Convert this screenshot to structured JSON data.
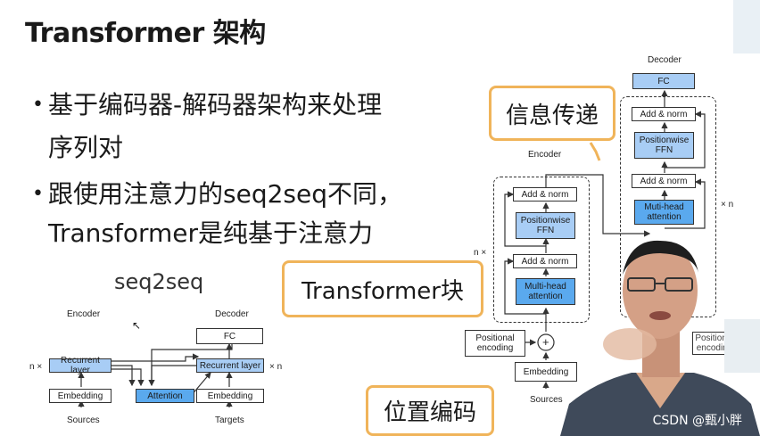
{
  "slide": {
    "title": "Transformer 架构",
    "bullets": [
      {
        "line1": "基于编码器-解码器架构来处理",
        "line2": "序列对"
      },
      {
        "line1": "跟使用注意力的seq2seq不同，",
        "line2": "Transformer是纯基于注意力"
      }
    ],
    "seq2seq_label": "seq2seq"
  },
  "seq2seq_diagram": {
    "encoder_label": "Encoder",
    "decoder_label": "Decoder",
    "fc": "FC",
    "enc_recurrent": "Recurrent layer",
    "dec_recurrent": "Recurrent layer",
    "attention": "Attention",
    "enc_embedding": "Embedding",
    "dec_embedding": "Embedding",
    "sources": "Sources",
    "targets": "Targets",
    "n_left": "n ×",
    "n_right": "× n"
  },
  "transformer_diagram": {
    "decoder_label": "Decoder",
    "encoder_label": "Encoder",
    "fc": "FC",
    "dec_add_norm_top": "Add & norm",
    "dec_ffn": "Positionwise FFN",
    "dec_add_norm_mid": "Add & norm",
    "dec_attention": "Muti-head attention",
    "enc_add_norm_top": "Add & norm",
    "enc_ffn": "Positionwise FFN",
    "enc_add_norm_bottom": "Add & norm",
    "enc_attention": "Multi-head attention",
    "positional_encoding": "Positional encoding",
    "positional_encoding_partial": "Positional encoding",
    "embedding": "Embedding",
    "sources": "Sources",
    "n_left": "n ×",
    "n_right": "× n"
  },
  "callouts": {
    "info_transfer": "信息传递",
    "transformer_block": "Transformer块",
    "positional_encoding": "位置编码"
  },
  "watermark": "CSDN @甄小胖"
}
